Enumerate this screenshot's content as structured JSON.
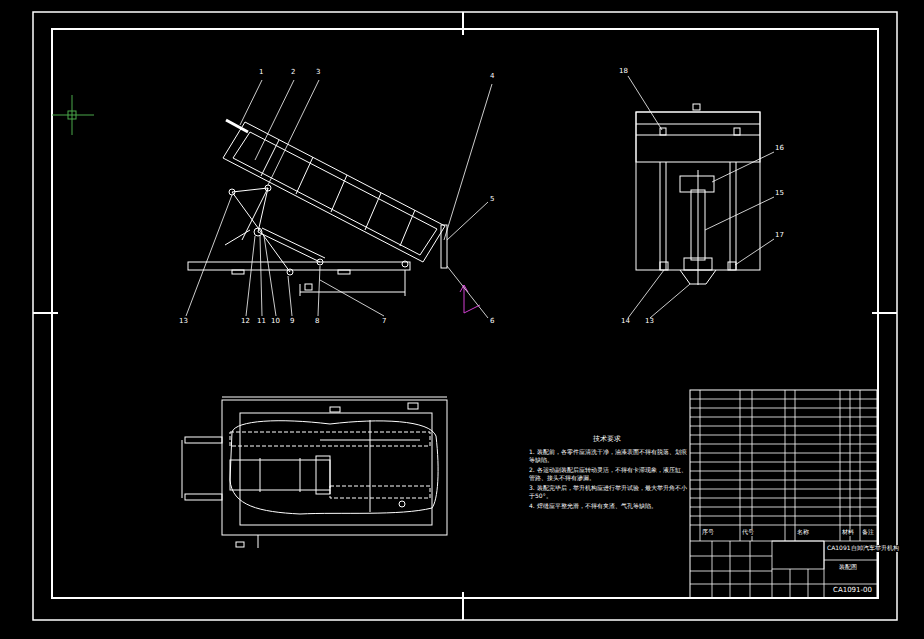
{
  "diagram": {
    "labels": [
      "1",
      "2",
      "3",
      "4",
      "5",
      "6",
      "13",
      "12",
      "11",
      "10",
      "9",
      "8",
      "7",
      "18",
      "16",
      "15",
      "17",
      "14",
      "13",
      "技术要求",
      "1. 装配前，各零件应清洗干净，油漆表面不得有脱落、划痕等缺陷。",
      "2. 各运动副装配后应转动灵活，不得有卡滞现象，液压缸、管路、接头不得有渗漏。",
      "3. 装配完毕后，举升机构应进行举升试验，最大举升角不小于50°。",
      "4. 焊缝应平整光滑，不得有夹渣、气孔等缺陷。",
      "CA1091自卸汽车举升机构",
      "装配图",
      "CA1091-00",
      "序号",
      "代号",
      "名称",
      "材料",
      "备注"
    ]
  }
}
